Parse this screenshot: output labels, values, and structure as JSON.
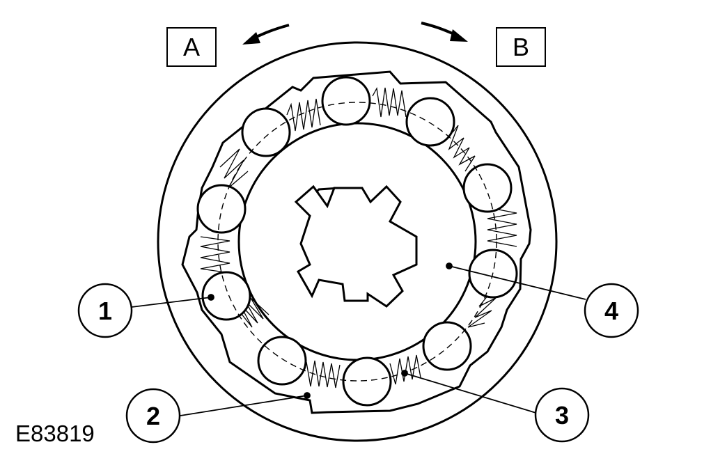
{
  "directions": {
    "a": "A",
    "b": "B"
  },
  "callouts": [
    "1",
    "2",
    "3",
    "4"
  ],
  "figure_id": "E83819",
  "colors": {
    "line": "#000000",
    "background": "#ffffff"
  }
}
